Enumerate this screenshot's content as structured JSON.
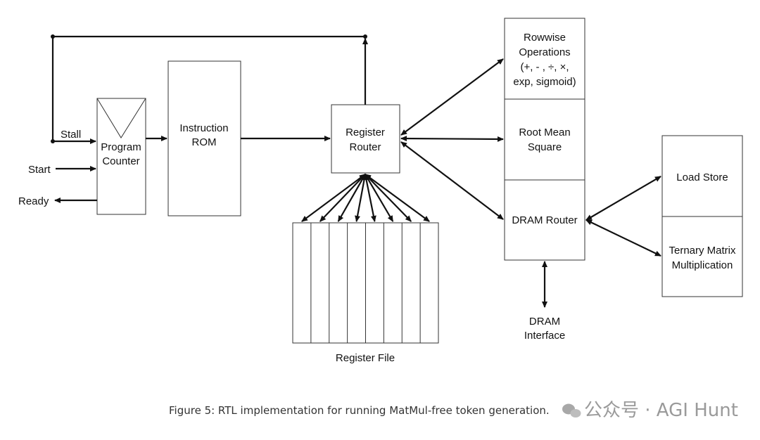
{
  "labels": {
    "stall": "Stall",
    "start": "Start",
    "ready": "Ready",
    "program_counter": [
      "Program",
      "Counter"
    ],
    "instruction_rom": [
      "Instruction",
      "ROM"
    ],
    "register_router": [
      "Register",
      "Router"
    ],
    "register_file": "Register File",
    "rowwise_operations": [
      "Rowwise",
      "Operations",
      "(+, - , ÷, ×,",
      "exp, sigmoid)"
    ],
    "root_mean_square": [
      "Root Mean",
      "Square"
    ],
    "dram_router": "DRAM Router",
    "dram_interface": [
      "DRAM",
      "Interface"
    ],
    "load_store": "Load Store",
    "ternary_matrix_multiplication": [
      "Ternary Matrix",
      "Multiplication"
    ]
  },
  "caption": "Figure 5: RTL implementation for running MatMul-free token generation.",
  "watermark": "公众号 · AGI Hunt",
  "register_file_cells": 8
}
